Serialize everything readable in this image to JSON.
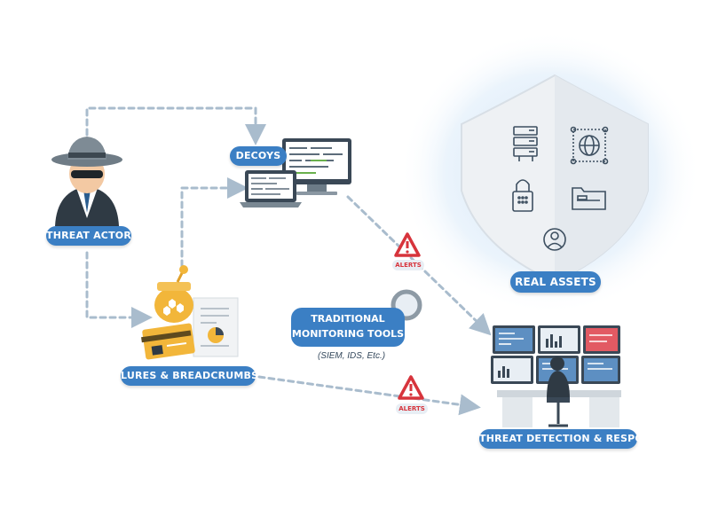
{
  "labels": {
    "threat_actor": "THREAT ACTOR",
    "decoys": "DECOYS",
    "real_assets": "REAL ASSETS",
    "lures": "LURES & BREADCRUMBS",
    "tdr": "THREAT DETECTION & RESPONSE",
    "tools_line1": "TRADITIONAL",
    "tools_line2": "MONITORING TOOLS",
    "tools_sub": "(SIEM, IDS, Etc.)",
    "alerts_1": "ALERTS",
    "alerts_2": "ALERTS"
  },
  "colors": {
    "label_blue": "#3b7fc4",
    "arrow": "#a9bccd",
    "alert_red": "#d7343c",
    "shield": "#eef1f4"
  },
  "icons": [
    "server-icon",
    "globe-network-icon",
    "padlock-icon",
    "folder-icon",
    "user-icon",
    "warning-icon",
    "magnifier-icon",
    "spy-icon",
    "honeypot-icon",
    "credit-card-icon",
    "document-icon",
    "laptop-icon",
    "monitor-icon"
  ]
}
